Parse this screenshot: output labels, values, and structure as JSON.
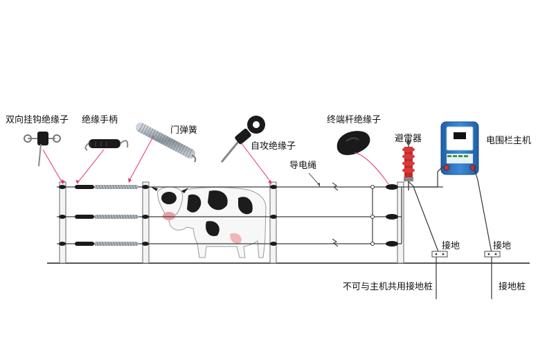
{
  "labels": {
    "double_hook_insulator": "双向挂钩绝缘子",
    "insulated_handle": "绝缘手柄",
    "gate_spring": "门弹簧",
    "self_tapping_insulator": "自攻绝缘子",
    "conductor_rope": "导电绳",
    "terminal_pole_insulator": "终端杆绝缘子",
    "lightning_arrester": "避雷器",
    "energizer": "电围栏主机",
    "ground_1": "接地",
    "ground_2": "接地",
    "separate_ground_stake": "不可与主机共用接地桩",
    "ground_stake": "接地桩"
  },
  "colors": {
    "pointer": "#e0306a",
    "wire": "#3a3a3a",
    "energizer_body": "#2f78c8",
    "arrester_red": "#c62828",
    "spring": "#9aa4ad",
    "handle": "#1a1a1a"
  },
  "icons": [
    "hook-insulator-icon",
    "handle-icon",
    "spring-icon",
    "screw-insulator-icon",
    "terminal-insulator-icon",
    "arrester-icon",
    "energizer-icon",
    "cow-icon",
    "spark-icon"
  ]
}
